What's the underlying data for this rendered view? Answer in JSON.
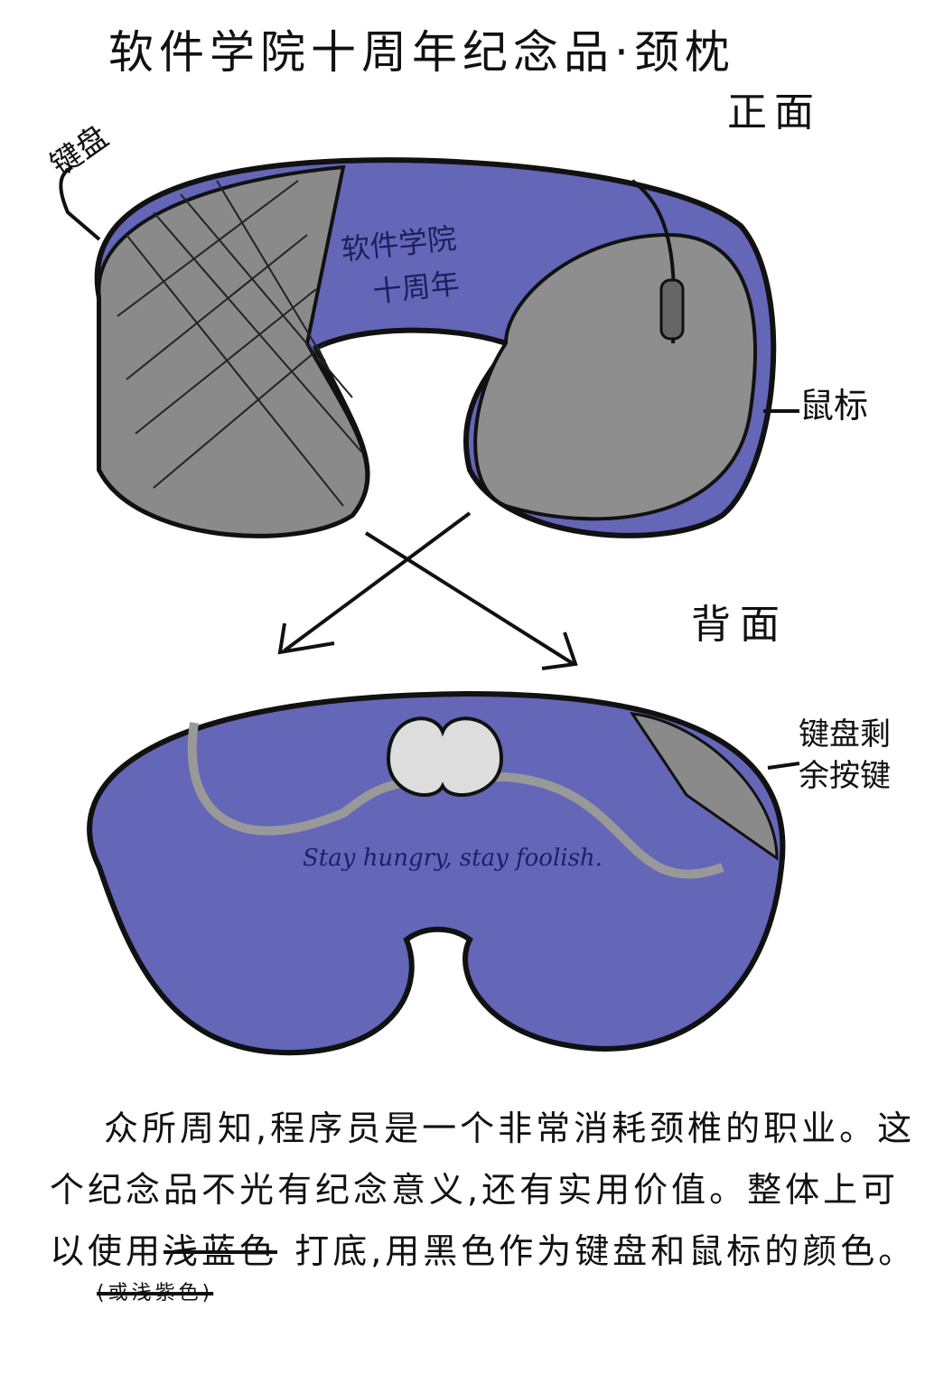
{
  "title": "软件学院十周年纪念品·颈枕",
  "front_label": "正面",
  "back_label": "背面",
  "front": {
    "keyboard_label": "键盘",
    "college_text_line1": "软件学院",
    "college_text_line2": "十周年",
    "mouse_label": "鼠标"
  },
  "back": {
    "keyboard_label": "键盘剩余按键",
    "motto": "Stay hungry, stay foolish."
  },
  "description": {
    "part1": "众所周知,程序员是一个非常消耗颈椎的职业。这个纪念品不光有纪念意义,还有实用价值。整体上可以使用",
    "struck": "浅蓝色",
    "alt_struck": "(或浅紫色)",
    "part2": "打底,用黑色作为键盘和鼠标的颜色。"
  },
  "colors": {
    "pillow": "#6466b8",
    "keyboard": "#8a8a8a",
    "outline": "#111111"
  }
}
